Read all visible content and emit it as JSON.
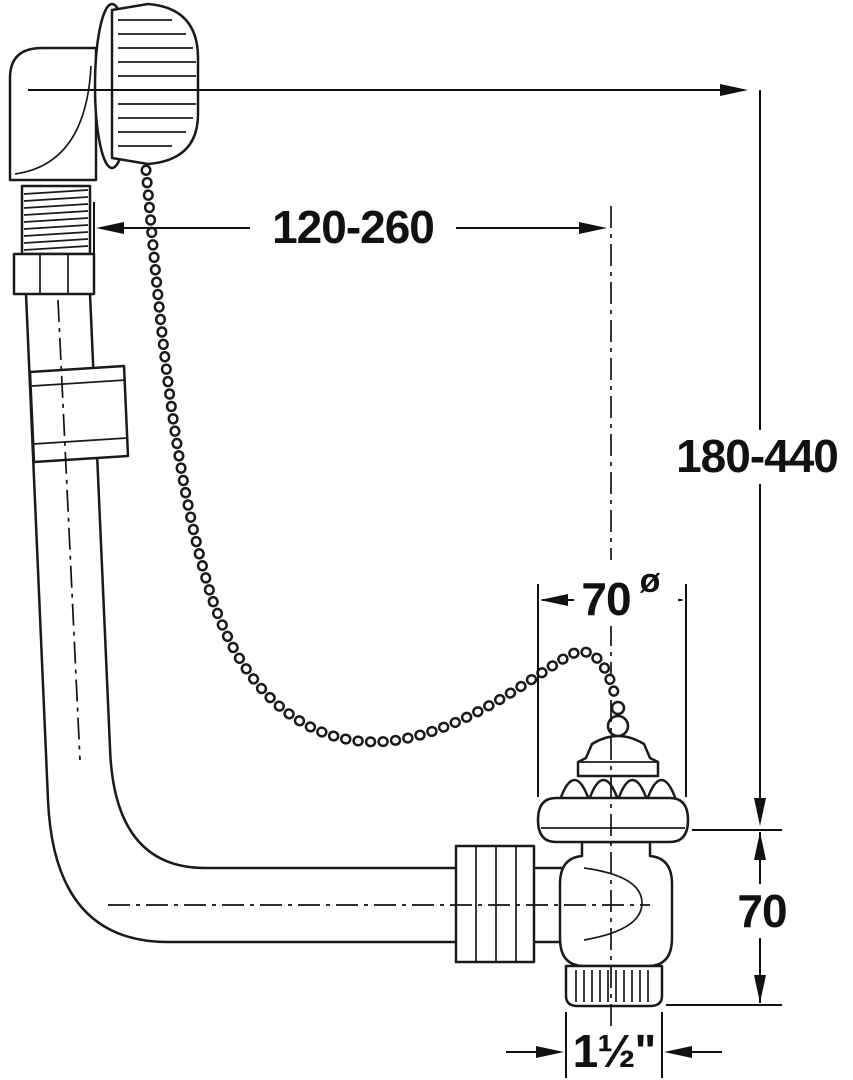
{
  "drawing": {
    "type": "technical-dimension-drawing",
    "subject": "bath-waste-overflow-fitting",
    "labels": {
      "dim_horizontal_span": "120-260",
      "dim_vertical_span": "180-440",
      "dim_drain_diameter_value": "70",
      "dim_drain_diameter_symbol": "ø",
      "dim_outlet_height": "70",
      "dim_outlet_thread": "1½\""
    },
    "colors": {
      "line": "#1a1a1a",
      "dimension": "#111111",
      "background": "#ffffff"
    }
  }
}
